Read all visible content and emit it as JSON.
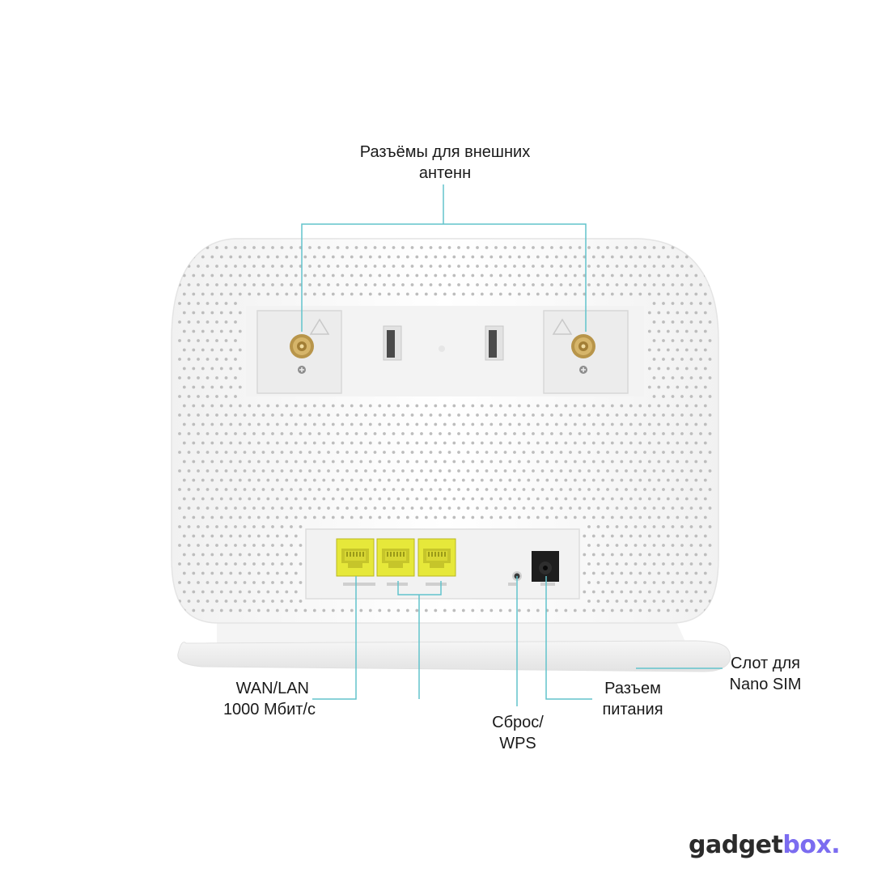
{
  "labels": {
    "antenna_connectors": {
      "line1": "Разъёмы для внешних",
      "line2": "антенн"
    },
    "wan_lan": {
      "line1": "WAN/LAN",
      "line2": "1000 Мбит/с"
    },
    "reset_wps": {
      "line1": "Сброс/",
      "line2": "WPS"
    },
    "power": {
      "line1": "Разъем",
      "line2": "питания"
    },
    "sim_slot": {
      "line1": "Слот для",
      "line2": "Nano SIM"
    }
  },
  "brand": {
    "part1": "gadget",
    "part2": "box",
    "dot": "."
  },
  "colors": {
    "callout_line": "#62c3cc",
    "port_yellow": "#e8e83a",
    "brand_dark": "#2b2b2b",
    "brand_accent": "#7b6cf0",
    "device_body": "#ffffff",
    "device_hole": "#b9b9b9"
  },
  "icons": [
    "antenna-connector-icon",
    "screw-icon",
    "warning-icon",
    "ethernet-port-icon",
    "reset-button-icon",
    "power-jack-icon"
  ]
}
